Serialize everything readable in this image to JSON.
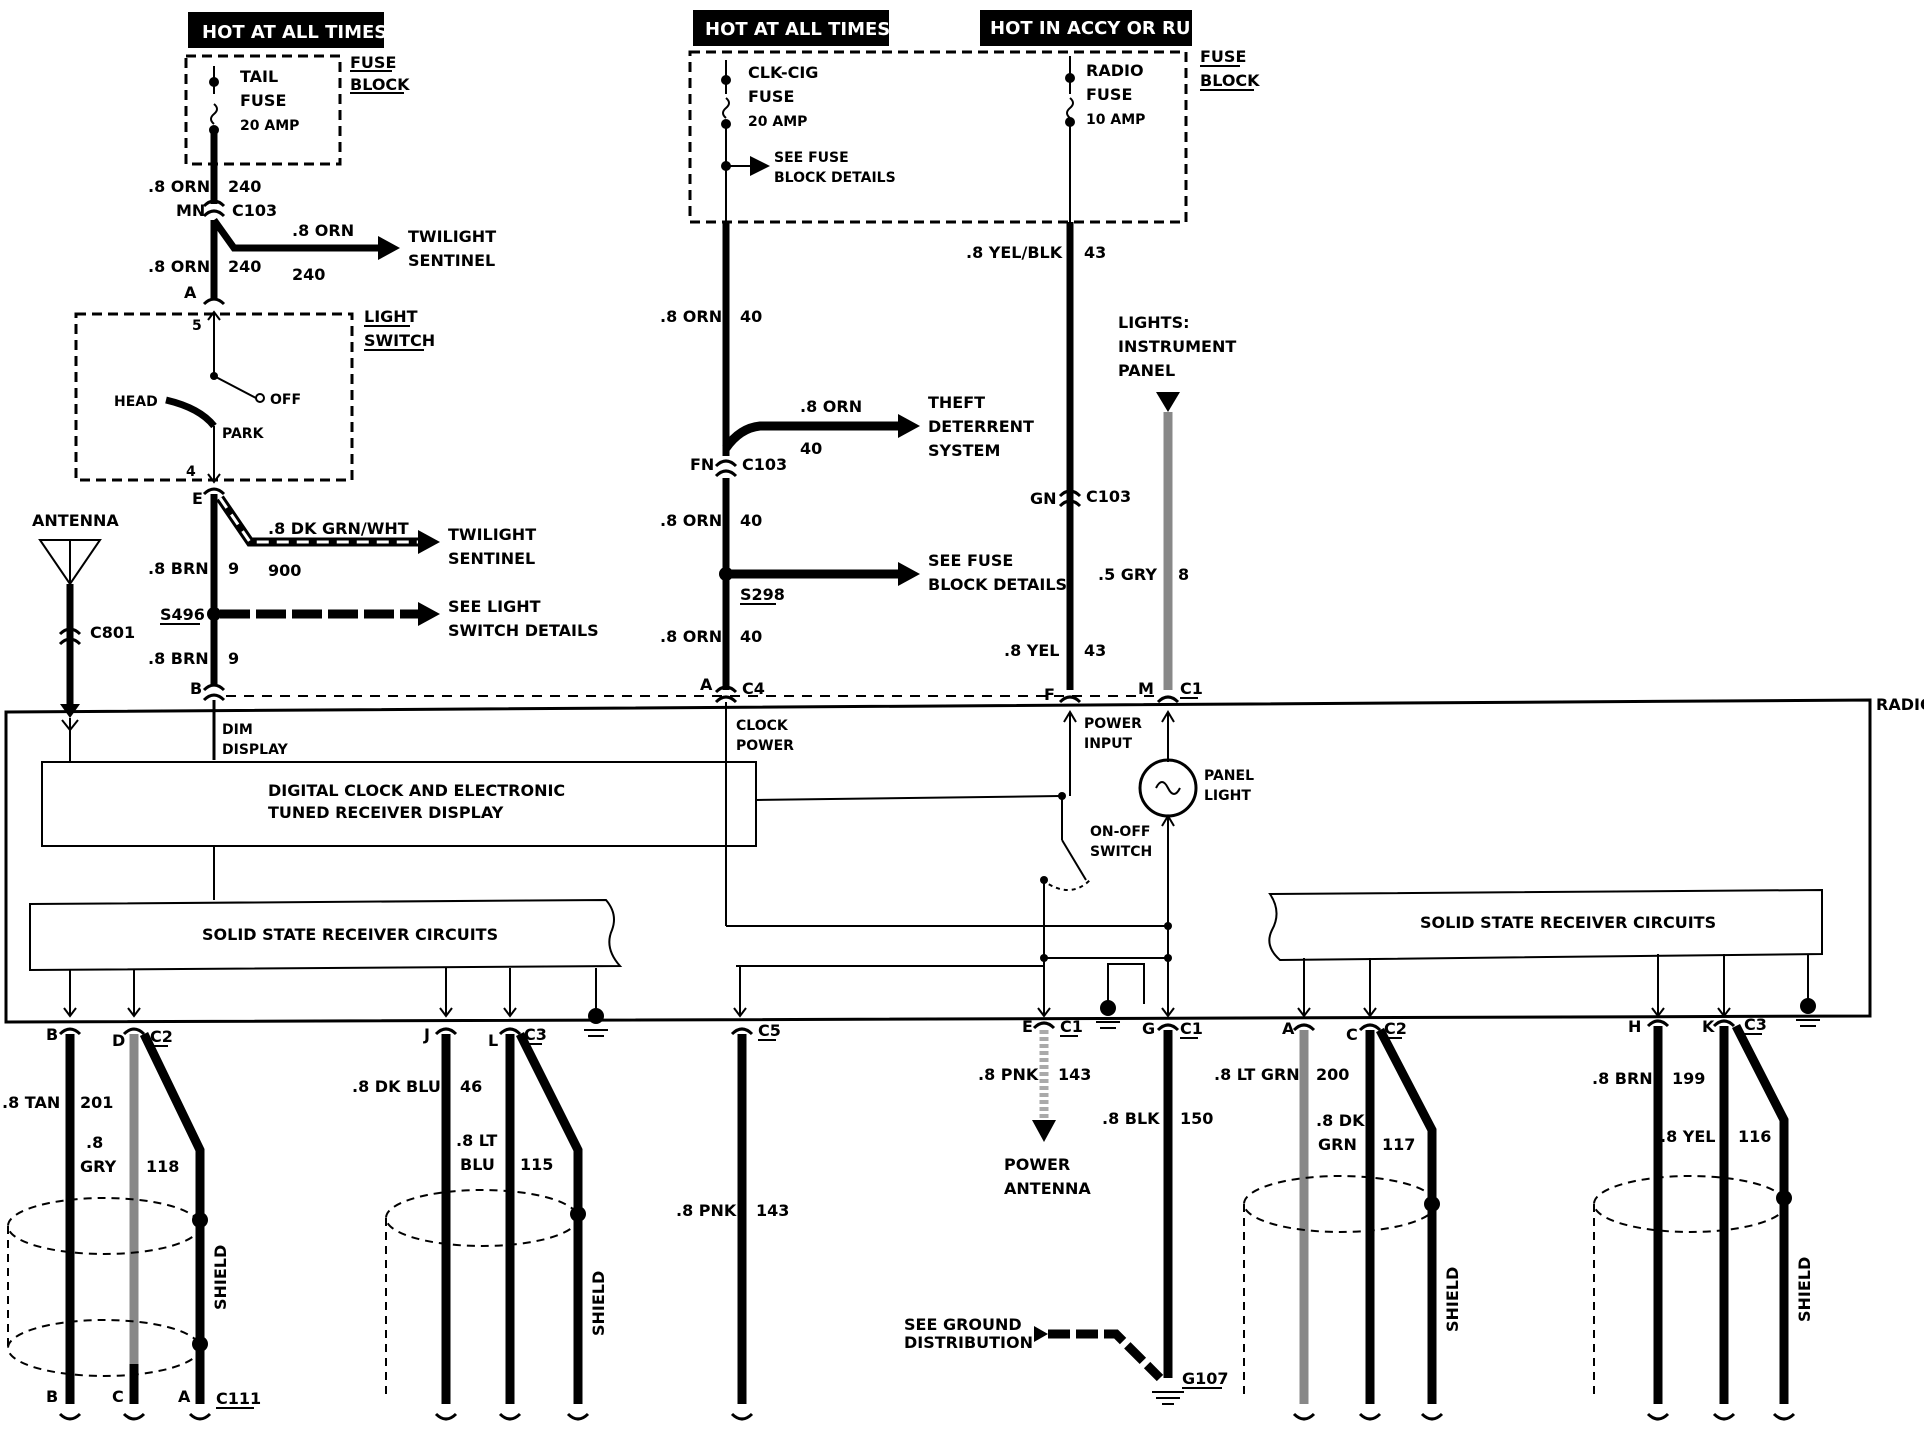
{
  "headers": {
    "hot_left": "HOT AT ALL TIMES",
    "hot_mid": "HOT AT ALL TIMES",
    "hot_acc": "HOT IN ACCY OR RUN"
  },
  "fuse_blocks": {
    "left_label_1": "FUSE",
    "left_label_2": "BLOCK",
    "right_label_1": "FUSE",
    "right_label_2": "BLOCK",
    "tail": {
      "name_1": "TAIL",
      "name_2": "FUSE",
      "rating": "20 AMP"
    },
    "clk": {
      "name_1": "CLK-CIG",
      "name_2": "FUSE",
      "rating": "20 AMP"
    },
    "radio": {
      "name_1": "RADIO",
      "name_2": "FUSE",
      "rating": "10 AMP"
    },
    "see_fuse_1": "SEE FUSE",
    "see_fuse_2": "BLOCK DETAILS"
  },
  "left_circuit": {
    "w1_color": ".8 ORN",
    "w1_num": "240",
    "mn": "MN",
    "c103": "C103",
    "twi_color": ".8 ORN",
    "twi_num": "240",
    "twilight_1": "TWILIGHT",
    "twilight_2": "SENTINEL",
    "w2_color": ".8 ORN",
    "w2_num": "240",
    "a": "A",
    "light_switch_1": "LIGHT",
    "light_switch_2": "SWITCH",
    "pin5": "5",
    "pin4": "4",
    "head": "HEAD",
    "off": "OFF",
    "park": "PARK",
    "e": "E",
    "dkgrn_color": ".8 DK GRN/WHT",
    "dkgrn_num": "900",
    "twilight2_1": "TWILIGHT",
    "twilight2_2": "SENTINEL",
    "brn_color": ".8 BRN",
    "brn_num": "9",
    "s496": "S496",
    "see_light_1": "SEE LIGHT",
    "see_light_2": "SWITCH DETAILS",
    "brn2_color": ".8 BRN",
    "brn2_num": "9",
    "b": "B"
  },
  "antenna": {
    "label": "ANTENNA",
    "conn": "C801"
  },
  "mid_circuit": {
    "w1_color": ".8 ORN",
    "w1_num": "40",
    "theft_color": ".8 ORN",
    "theft_num": "40",
    "theft_1": "THEFT",
    "theft_2": "DETERRENT",
    "theft_3": "SYSTEM",
    "fn": "FN",
    "c103": "C103",
    "w2_color": ".8 ORN",
    "w2_num": "40",
    "see_fuse_1": "SEE FUSE",
    "see_fuse_2": "BLOCK DETAILS",
    "s298": "S298",
    "w3_color": ".8 ORN",
    "w3_num": "40",
    "a": "A",
    "c4": "C4"
  },
  "right_circuit": {
    "w1_color": ".8 YEL/BLK",
    "w1_num": "43",
    "lights_1": "LIGHTS:",
    "lights_2": "INSTRUMENT",
    "lights_3": "PANEL",
    "gn": "GN",
    "c103": "C103",
    "gry_color": ".5 GRY",
    "gry_num": "8",
    "yel_color": ".8 YEL",
    "yel_num": "43",
    "f": "F",
    "m": "M",
    "c1": "C1"
  },
  "radio": {
    "label": "RADIO",
    "dim_1": "DIM",
    "dim_2": "DISPLAY",
    "clock_1": "CLOCK",
    "clock_2": "POWER",
    "power_1": "POWER",
    "power_2": "INPUT",
    "panel_1": "PANEL",
    "panel_2": "LIGHT",
    "onoff_1": "ON-OFF",
    "onoff_2": "SWITCH",
    "display_1": "DIGITAL CLOCK AND ELECTRONIC",
    "display_2": "TUNED RECEIVER DISPLAY",
    "ssr_left": "SOLID STATE RECEIVER CIRCUITS",
    "ssr_right": "SOLID STATE RECEIVER CIRCUITS"
  },
  "bottom": {
    "b": "B",
    "d": "D",
    "c2a": "C2",
    "tan_color": ".8 TAN",
    "tan_num": "201",
    "gry_1": ".8",
    "gry_2": "GRY",
    "gry_num": "118",
    "shield_1": "SHIELD",
    "b2": "B",
    "c": "C",
    "a": "A",
    "c111": "C111",
    "j": "J",
    "l": "L",
    "c3a": "C3",
    "dkblu_color": ".8 DK BLU",
    "dkblu_num": "46",
    "ltblu_1": ".8 LT",
    "ltblu_2": "BLU",
    "ltblu_num": "115",
    "shield_2": "SHIELD",
    "c5": "C5",
    "pnk_color": ".8 PNK",
    "pnk_num": "143",
    "e": "E",
    "c1a": "C1",
    "pnk2_color": ".8 PNK",
    "pnk2_num": "143",
    "power_ant_1": "POWER",
    "power_ant_2": "ANTENNA",
    "g": "G",
    "c1b": "C1",
    "blk_color": ".8 BLK",
    "blk_num": "150",
    "see_ground_1": "SEE GROUND",
    "see_ground_2": "DISTRIBUTION",
    "g107": "G107",
    "a2": "A",
    "c2": "C",
    "c2b": "C2",
    "ltgrn_color": ".8 LT GRN",
    "ltgrn_num": "200",
    "dkgrn_1": ".8 DK",
    "dkgrn_2": "GRN",
    "dkgrn_num": "117",
    "shield_3": "SHIELD",
    "h": "H",
    "k": "K",
    "c3b": "C3",
    "brn_color": ".8 BRN",
    "brn_num": "199",
    "yel_color": ".8 YEL",
    "yel_num": "116",
    "shield_4": "SHIELD"
  }
}
